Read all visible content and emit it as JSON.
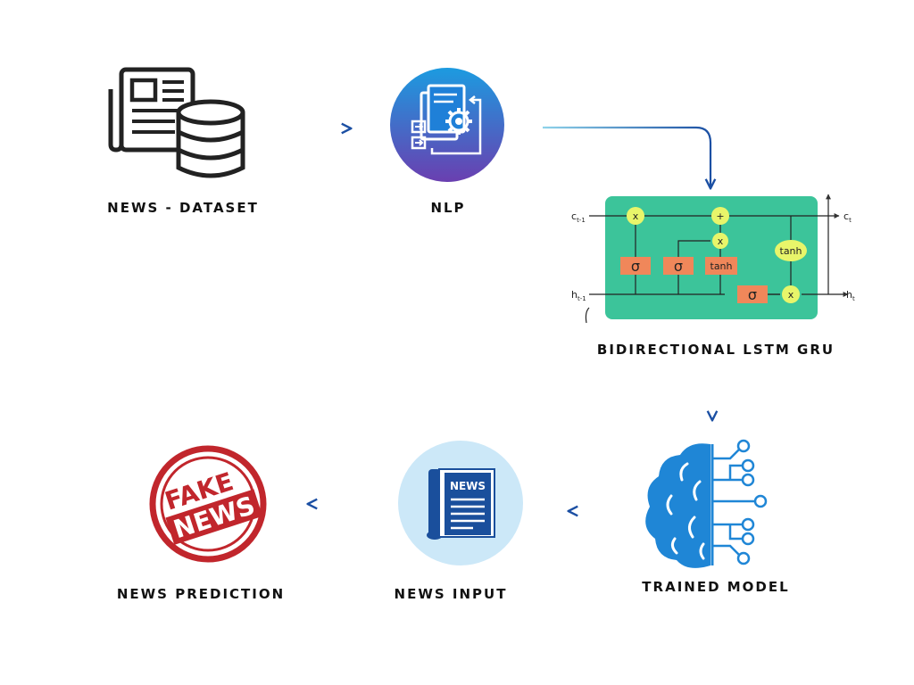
{
  "nodes": {
    "dataset": {
      "label": "NEWS - DATASET"
    },
    "nlp": {
      "label": "NLP"
    },
    "lstm": {
      "label": "BIDIRECTIONAL LSTM GRU",
      "cell": {
        "c_in": "c",
        "c_in_sub": "t-1",
        "h_in": "h",
        "h_in_sub": "t-1",
        "c_out": "c",
        "c_out_sub": "t",
        "h_out": "h",
        "h_out_sub": "t",
        "mult": "x",
        "plus": "+",
        "sigma": "σ",
        "tanh": "tanh"
      }
    },
    "trained": {
      "label": "TRAINED MODEL"
    },
    "input": {
      "label": "NEWS INPUT",
      "badge": "NEWS"
    },
    "prediction": {
      "label": "NEWS PREDICTION",
      "stamp_top": "FAKE",
      "stamp_bottom": "NEWS"
    }
  },
  "colors": {
    "arrow_start": "#8fd3ea",
    "arrow_end": "#1b4fa3",
    "lstm_bg": "#3cc49a",
    "gate": "#f0875a",
    "op": "#e8f56a",
    "nlp_top": "#1c9be0",
    "nlp_bottom": "#6a3fb0",
    "news_circle": "#cce8f8",
    "news_blue": "#1a4f9c",
    "brain": "#1f86d6",
    "stamp": "#c1262c"
  }
}
